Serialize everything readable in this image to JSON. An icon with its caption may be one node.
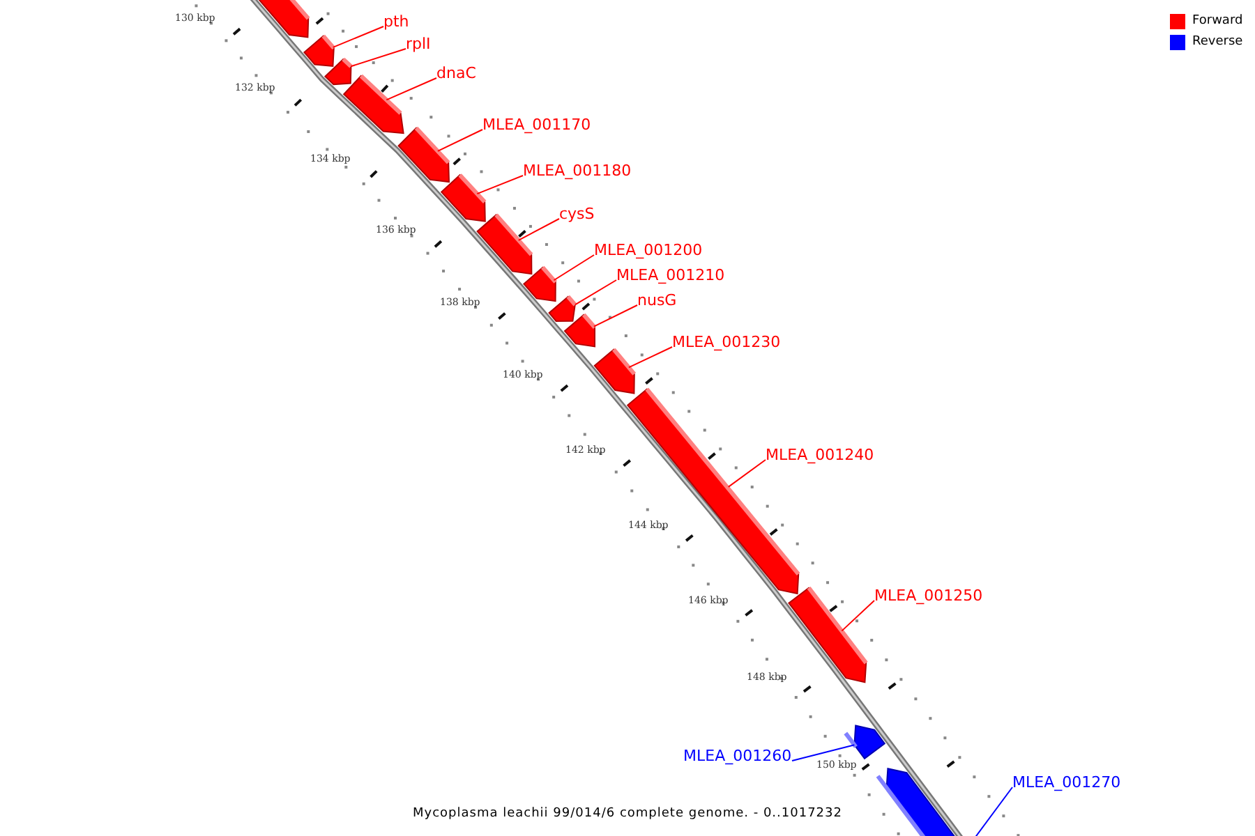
{
  "diagram": {
    "caption": "Mycoplasma leachii 99/014/6 complete genome. - 0..1017232",
    "nodes": [
      {
        "text": [],
        "shape": "bar"
      },
      {
        "text": [],
        "shape": "bar"
      },
      {
        "text": [],
        "shape": "bar"
      },
      {
        "text": [],
        "shape": "bar"
      },
      {
        "text": [],
        "shape": "bar"
      },
      {
        "text": [],
        "shape": "bar"
      },
      {
        "text": [],
        "shape": "bar"
      },
      {
        "text": [],
        "shape": "bar"
      },
      {
        "text": [],
        "shape": "bar"
      },
      {
        "text": [],
        "shape": "bar"
      },
      {
        "text": [],
        "shape": "bar"
      },
      {
        "text": [],
        "shape": "bar"
      },
      {
        "text": [],
        "shape": "bar"
      },
      {
        "text": [],
        "shape": "bar"
      },
      {
        "text": [],
        "shape": "bar"
      },
      {
        "text": [
          "pth"
        ]
      },
      {
        "text": [
          "rplI"
        ]
      },
      {
        "text": [
          "dnaC"
        ]
      },
      {
        "text": [
          "MLEA_001170"
        ]
      },
      {
        "text": [
          "MLEA_001180"
        ]
      },
      {
        "text": [
          "cysS"
        ]
      },
      {
        "text": [
          "MLEA_001200"
        ]
      },
      {
        "text": [
          "MLEA_001210"
        ]
      },
      {
        "text": [
          "nusG"
        ]
      },
      {
        "text": [
          "MLEA_001230"
        ]
      },
      {
        "text": [
          "MLEA_001240"
        ]
      },
      {
        "text": [
          "MLEA_001250"
        ]
      },
      {
        "text": [
          "MLEA_001260"
        ]
      },
      {
        "text": [
          "MLEA_001270"
        ]
      }
    ],
    "edges": [
      {
        "from": 15,
        "to": 1,
        "arrow": "none"
      },
      {
        "from": 16,
        "to": 2,
        "arrow": "none"
      },
      {
        "from": 17,
        "to": 3,
        "arrow": "none"
      },
      {
        "from": 18,
        "to": 4,
        "arrow": "none"
      },
      {
        "from": 19,
        "to": 5,
        "arrow": "none"
      },
      {
        "from": 20,
        "to": 6,
        "arrow": "none"
      },
      {
        "from": 21,
        "to": 7,
        "arrow": "none"
      },
      {
        "from": 22,
        "to": 8,
        "arrow": "none"
      },
      {
        "from": 23,
        "to": 9,
        "arrow": "none"
      },
      {
        "from": 24,
        "to": 10,
        "arrow": "none"
      },
      {
        "from": 25,
        "to": 11,
        "arrow": "none"
      },
      {
        "from": 26,
        "to": 12,
        "arrow": "none"
      },
      {
        "from": 27,
        "to": 13,
        "arrow": "none",
        "color": "#0000ff"
      },
      {
        "from": 28,
        "to": 14,
        "arrow": "none",
        "color": "#0000ff"
      }
    ],
    "labels": [
      "130 kbp",
      "132 kbp",
      "134 kbp",
      "136 kbp",
      "138 kbp",
      "140 kbp",
      "142 kbp",
      "144 kbp",
      "146 kbp",
      "148 kbp",
      "150 kbp"
    ],
    "legend": [
      {
        "text": "Forward",
        "color": "#ff0000"
      },
      {
        "text": "Reverse",
        "color": "#0000ff"
      }
    ]
  }
}
